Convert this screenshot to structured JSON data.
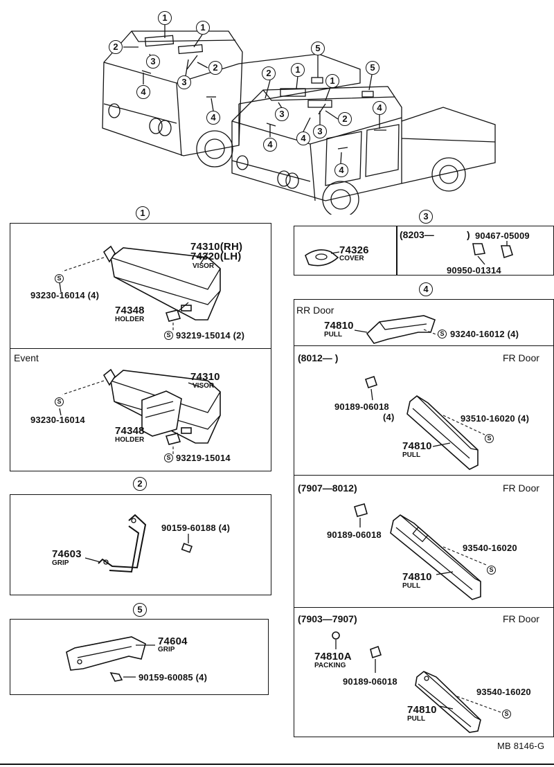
{
  "top_callouts": {
    "c1": "1",
    "c2": "2",
    "c3": "3",
    "c4": "4",
    "c5": "5"
  },
  "section_markers": {
    "s1": "1",
    "s2": "2",
    "s3": "3",
    "s4": "4",
    "s5": "5"
  },
  "screw_symbol": "S",
  "visor": {
    "part_rh": "74310(RH)",
    "part_lh": "74320(LH)",
    "visor_name": "VISOR",
    "screw": "93230-16014 (4)",
    "holder_part": "74348",
    "holder_name": "HOLDER",
    "holder_screw": "93219-15014 (2)"
  },
  "visor_event": {
    "label": "Event",
    "part": "74310",
    "visor_name": "VISOR",
    "screw": "93230-16014",
    "holder_part": "74348",
    "holder_name": "HOLDER",
    "holder_screw": "93219-15014"
  },
  "grip2": {
    "bolt": "90159-60188 (4)",
    "part": "74603",
    "name": "GRIP"
  },
  "grip5": {
    "part": "74604",
    "name": "GRIP",
    "screw": "90159-60085 (4)"
  },
  "cover3": {
    "part": "74326",
    "name": "COVER",
    "range": "(8203—",
    "range_close": ")",
    "p1": "90467-05009",
    "p2": "90950-01314"
  },
  "pull_rr": {
    "label": "RR Door",
    "part": "74810",
    "name": "PULL",
    "screw": "93240-16012 (4)"
  },
  "pull_8012": {
    "range": "(8012—        )",
    "door": "FR Door",
    "clip": "90189-06018",
    "clip_qty": "(4)",
    "screw": "93510-16020 (4)",
    "part": "74810",
    "name": "PULL"
  },
  "pull_7907": {
    "range": "(7907—8012)",
    "door": "FR Door",
    "clip": "90189-06018",
    "screw": "93540-16020",
    "part": "74810",
    "name": "PULL"
  },
  "pull_7903": {
    "range": "(7903—7907)",
    "door": "FR Door",
    "packing_part": "74810A",
    "packing_name": "PACKING",
    "clip": "90189-06018",
    "screw": "93540-16020",
    "part": "74810",
    "name": "PULL"
  },
  "footer": {
    "code": "MB  8146-G"
  }
}
